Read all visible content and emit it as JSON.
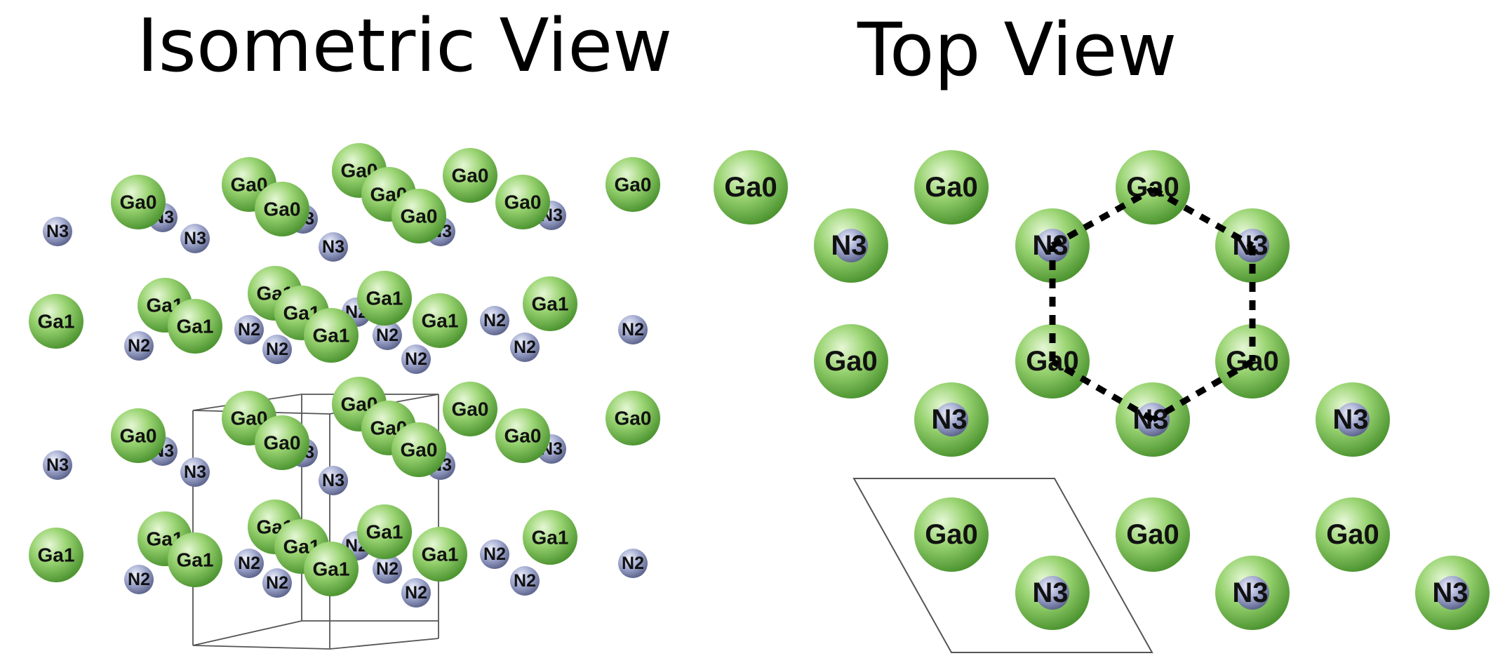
{
  "titles": {
    "isometric": "Isometric View",
    "top": "Top View"
  },
  "labels": {
    "ga_upper": "Ga0",
    "ga_lower": "Ga1",
    "n_upper": "N3",
    "n_lower": "N2",
    "overlap": "N3"
  },
  "colors": {
    "ga": "#8fcf6a",
    "ga_dark": "#4f9a32",
    "n": "#9aa6c8",
    "n_dark": "#5a6488",
    "cell_line": "#555555",
    "hexagon": "#000000"
  }
}
